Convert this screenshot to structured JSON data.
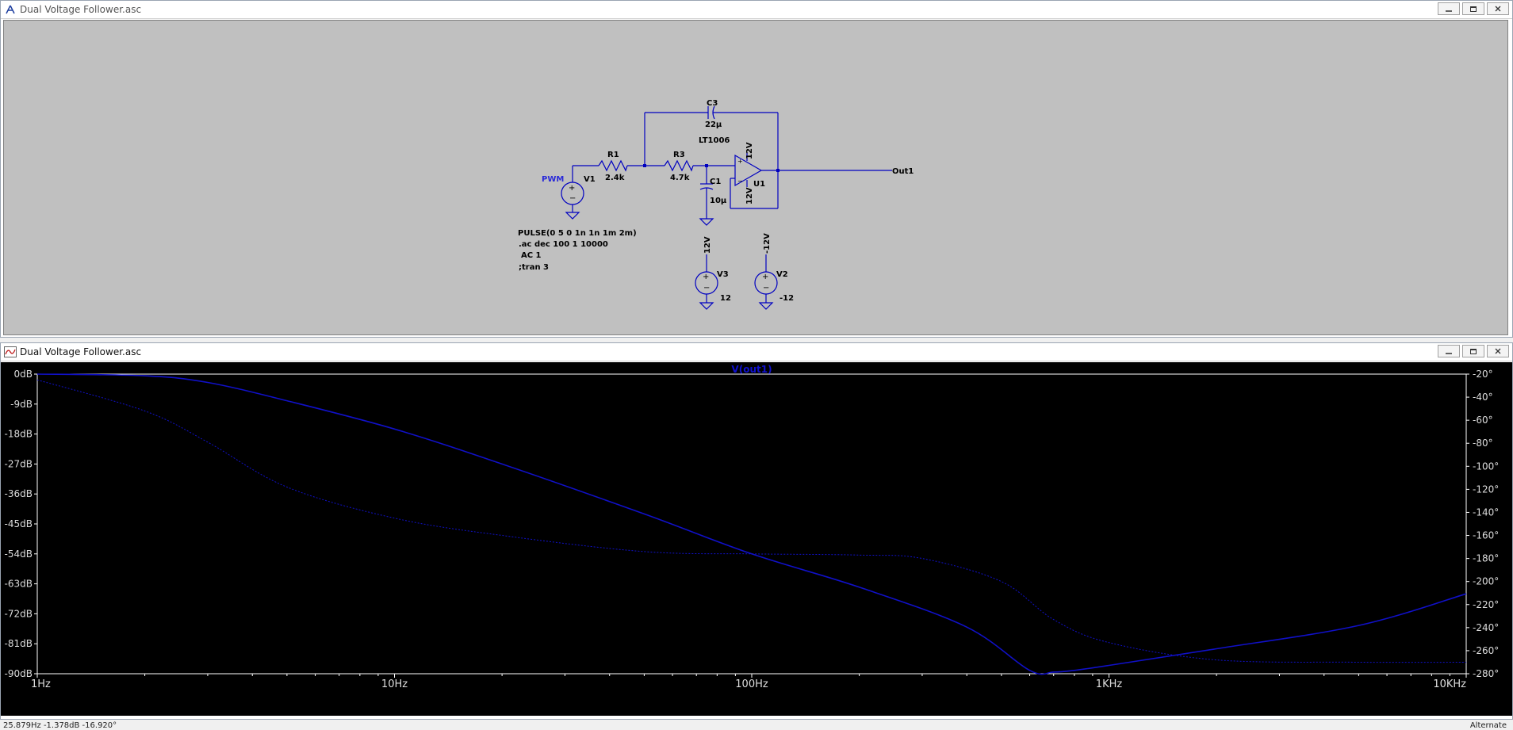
{
  "schematic_window": {
    "title": "Dual Voltage Follower.asc",
    "labels": {
      "c3_name": "C3",
      "c3_value": "22µ",
      "opamp_model": "LT1006",
      "r1_name": "R1",
      "r1_value": "2.4k",
      "r3_name": "R3",
      "r3_value": "4.7k",
      "c1_name": "C1",
      "c1_value": "10µ",
      "u1_name": "U1",
      "v1_name": "V1",
      "pwm_label": "PWM",
      "out_label": "Out1",
      "u1_top_supply": "12V",
      "u1_bottom_supply": "12V",
      "v3_supply": "12V",
      "v3_name": "V3",
      "v3_value": "12",
      "v2_supply": "-12V",
      "v2_name": "V2",
      "v2_value": "-12",
      "directive_pulse": "PULSE(0 5 0 1n 1n 1m 2m)",
      "directive_ac": ".ac dec 100 1 10000",
      "directive_ac1": "AC 1",
      "directive_tran": ";tran 3"
    }
  },
  "plot_window": {
    "title": "Dual Voltage Follower.asc",
    "trace_name": "V(out1)"
  },
  "chart_data": {
    "type": "line",
    "title": "V(out1)",
    "x_scale": "log",
    "xlim": [
      1,
      10000
    ],
    "x_ticks": [
      "1Hz",
      "10Hz",
      "100Hz",
      "1KHz",
      "10KHz"
    ],
    "ylim_left": [
      -90,
      0
    ],
    "y_ticks_left": [
      "0dB",
      "-9dB",
      "-18dB",
      "-27dB",
      "-36dB",
      "-45dB",
      "-54dB",
      "-63dB",
      "-72dB",
      "-81dB",
      "-90dB"
    ],
    "ylim_right": [
      -280,
      -20
    ],
    "y_ticks_right": [
      "-20°",
      "-40°",
      "-60°",
      "-80°",
      "-100°",
      "-120°",
      "-140°",
      "-160°",
      "-180°",
      "-200°",
      "-220°",
      "-240°",
      "-260°",
      "-280°"
    ],
    "grid": false,
    "line_color": "#1010c8",
    "series": [
      {
        "axis": "left",
        "style": "solid",
        "x": [
          1,
          2,
          3,
          5,
          10,
          20,
          50,
          100,
          200,
          400,
          600,
          700,
          800,
          1000,
          2000,
          5000,
          10000
        ],
        "y": [
          0,
          -0.5,
          -2.5,
          -8,
          -16.5,
          -27,
          -42,
          -54,
          -64,
          -76,
          -89,
          -89.5,
          -89,
          -87.5,
          -82.5,
          -75.5,
          -66
        ]
      },
      {
        "axis": "right",
        "style": "dashed",
        "x": [
          1,
          2,
          3,
          5,
          10,
          20,
          50,
          100,
          200,
          300,
          500,
          700,
          1000,
          2000,
          5000,
          10000
        ],
        "y": [
          -25,
          -52,
          -79,
          -118,
          -145,
          -160,
          -174,
          -176,
          -177,
          -180,
          -200,
          -233,
          -253,
          -268,
          -270,
          -270
        ]
      }
    ]
  },
  "status_bar": {
    "cursor_readout": "25.879Hz   -1.378dB   -16.920°",
    "right_text": "Alternate"
  }
}
